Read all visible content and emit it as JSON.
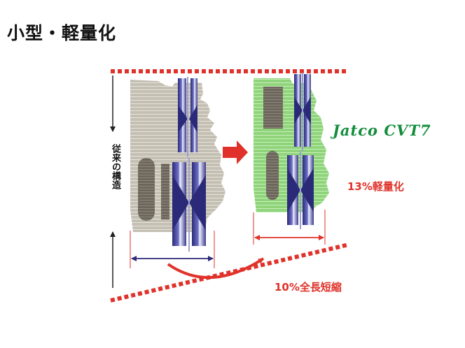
{
  "title": "小型・軽量化",
  "labels": {
    "conventional": "従来の構造",
    "brand": "Jatco CVT7",
    "weight_reduction": "13%軽量化",
    "length_reduction": "10%全長短縮"
  },
  "colors": {
    "accent_red": "#e0322a",
    "conventional_body": "#c4bfb3",
    "new_body": "#8fd47a",
    "brand_green": "#138e3c",
    "pulley_blue": "#3a3a8a"
  }
}
